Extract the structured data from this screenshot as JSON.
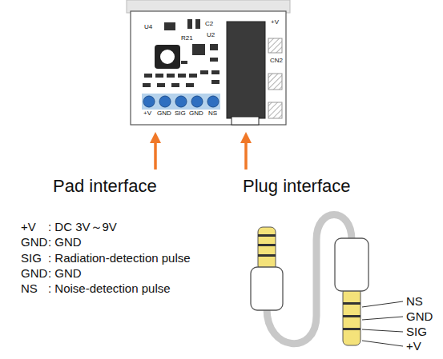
{
  "diagram": {
    "labels": [
      "+V",
      "CN2",
      "U4",
      "R21",
      "U2",
      "C2",
      "+V",
      "GND",
      "SIG",
      "GND",
      "NS",
      "Pad interface",
      "Plug interface",
      "+V",
      ": DC 3V～9V",
      "GND",
      ": GND",
      "SIG",
      ": Radiation-detection pulse",
      "GND",
      ": GND",
      "NS",
      ": Noise-detection pulse",
      "NS",
      "GND",
      "SIG",
      "+V"
    ]
  }
}
